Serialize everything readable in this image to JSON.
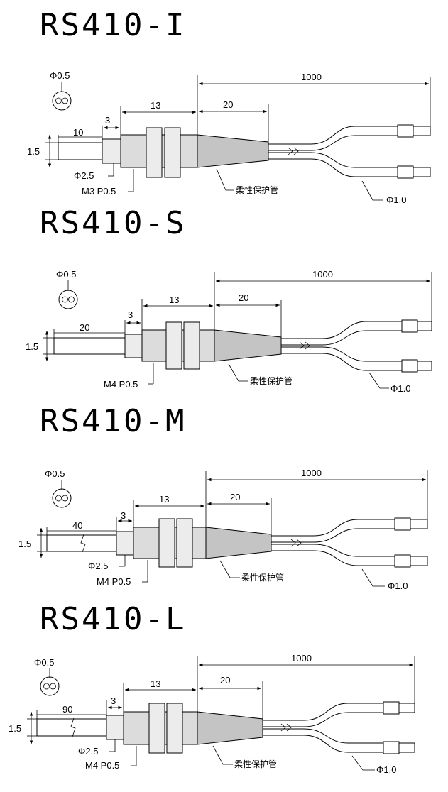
{
  "sections": [
    {
      "title": "RS410-I",
      "phi_core": "Φ0.5",
      "height_dim": "1.5",
      "tip_length": "10",
      "step_length": "3",
      "thread_length": "13",
      "sleeve_length": "20",
      "total_length": "1000",
      "tip_diameter": "Φ2.5",
      "thread_spec": "M3 P0.5",
      "sleeve_label": "柔性保护管",
      "fiber_diameter": "Φ1.0"
    },
    {
      "title": "RS410-S",
      "phi_core": "Φ0.5",
      "height_dim": "1.5",
      "tip_length": "20",
      "step_length": "3",
      "thread_length": "13",
      "sleeve_length": "20",
      "total_length": "1000",
      "thread_spec": "M4 P0.5",
      "sleeve_label": "柔性保护管",
      "fiber_diameter": "Φ1.0"
    },
    {
      "title": "RS410-M",
      "phi_core": "Φ0.5",
      "height_dim": "1.5",
      "tip_length": "40",
      "step_length": "3",
      "thread_length": "13",
      "sleeve_length": "20",
      "total_length": "1000",
      "tip_diameter": "Φ2.5",
      "thread_spec": "M4 P0.5",
      "sleeve_label": "柔性保护管",
      "fiber_diameter": "Φ1.0"
    },
    {
      "title": "RS410-L",
      "phi_core": "Φ0.5",
      "height_dim": "1.5",
      "tip_length": "90",
      "step_length": "3",
      "thread_length": "13",
      "sleeve_length": "20",
      "total_length": "1000",
      "tip_diameter": "Φ2.5",
      "thread_spec": "M4 P0.5",
      "sleeve_label": "柔性保护管",
      "fiber_diameter": "Φ1.0"
    }
  ]
}
